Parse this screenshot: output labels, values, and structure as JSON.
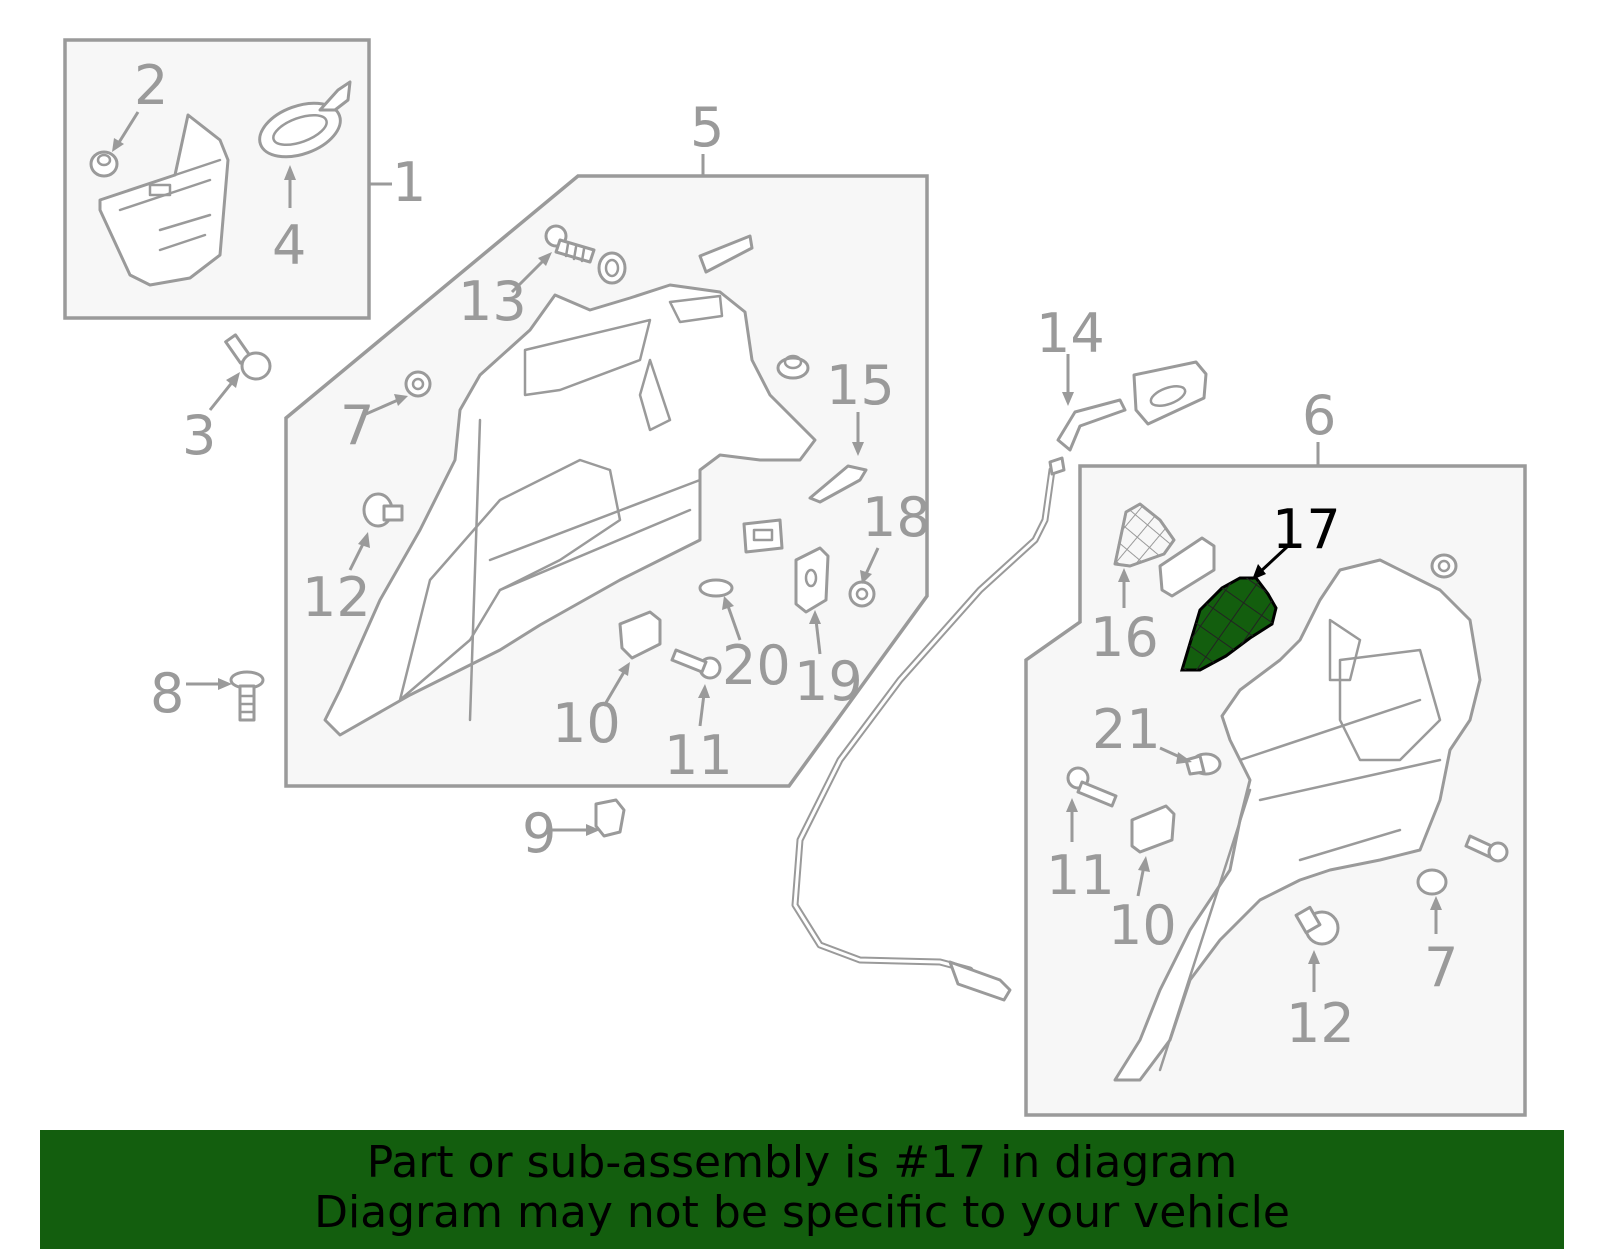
{
  "callouts": {
    "c1": "1",
    "c2": "2",
    "c3": "3",
    "c4": "4",
    "c5": "5",
    "c6": "6",
    "c7a": "7",
    "c7b": "7",
    "c8": "8",
    "c9": "9",
    "c10a": "10",
    "c10b": "10",
    "c11a": "11",
    "c11b": "11",
    "c12a": "12",
    "c12b": "12",
    "c13": "13",
    "c14": "14",
    "c15": "15",
    "c16": "16",
    "c17": "17",
    "c18": "18",
    "c19": "19",
    "c20": "20",
    "c21": "21"
  },
  "highlight": {
    "part_number": "17",
    "color": "#135e0e"
  },
  "banner": {
    "line1": "Part or sub-assembly is #17 in diagram",
    "line2": "Diagram may not be specific to your vehicle",
    "background": "#135e0e"
  }
}
